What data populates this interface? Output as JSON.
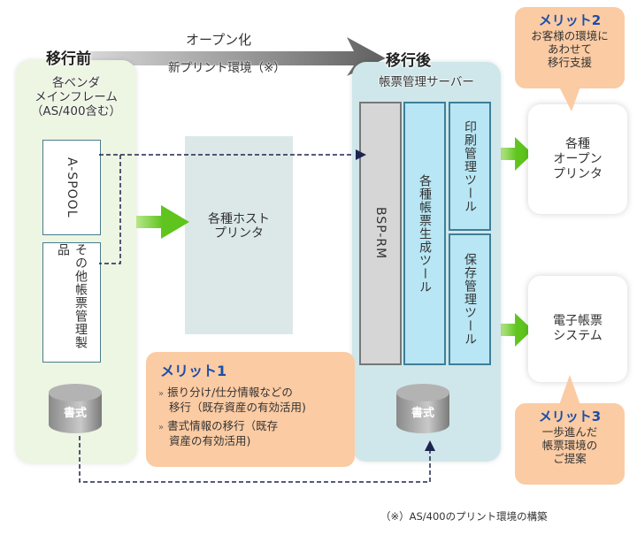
{
  "header": {
    "before_label": "移行前",
    "after_label": "移行後",
    "arrow_top_label": "オープン化",
    "arrow_bottom_label": "新プリント環境（※）"
  },
  "before_panel": {
    "title_lines": [
      "各ベンダ",
      "メインフレーム",
      "（AS/400含む）"
    ],
    "box_a": "A-SPOOL",
    "box_b": "その他帳票管理製品",
    "format_db": "書式"
  },
  "host_printer": {
    "label_lines": [
      "各種ホスト",
      "プリンタ"
    ]
  },
  "after_panel": {
    "title": "帳票管理サーバー",
    "col_bsp": "BSP-RM",
    "col_gen": "各種帳票生成ツール",
    "col_print": "印刷管理ツール",
    "col_store": "保存管理ツール",
    "format_db": "書式"
  },
  "outputs": {
    "open_printer_lines": [
      "各種",
      "オープン",
      "プリンタ"
    ],
    "ereport_lines": [
      "電子帳票",
      "システム"
    ]
  },
  "merits": {
    "merit1": {
      "title": "メリット1",
      "items": [
        {
          "line1": "振り分け/仕分情報などの",
          "line2": "移行（既存資産の有効活用)"
        },
        {
          "line1": "書式情報の移行（既存",
          "line2": "資産の有効活用)"
        }
      ],
      "bullet": "»"
    },
    "merit2": {
      "title": "メリット2",
      "lines": [
        "お客様の環境に",
        "あわせて",
        "移行支援"
      ]
    },
    "merit3": {
      "title": "メリット3",
      "lines": [
        "一歩進んだ",
        "帳票環境の",
        "ご提案"
      ]
    }
  },
  "footnote": "（※）AS/400のプリント環境の構築",
  "colors": {
    "before_bg": "#edf5e3",
    "after_bg": "#cfe7ea",
    "merit_bg": "#fbcba3",
    "merit_title": "#1b4fa8",
    "arrow_green": "#5fc41e",
    "dashed_line": "#1e2350"
  }
}
